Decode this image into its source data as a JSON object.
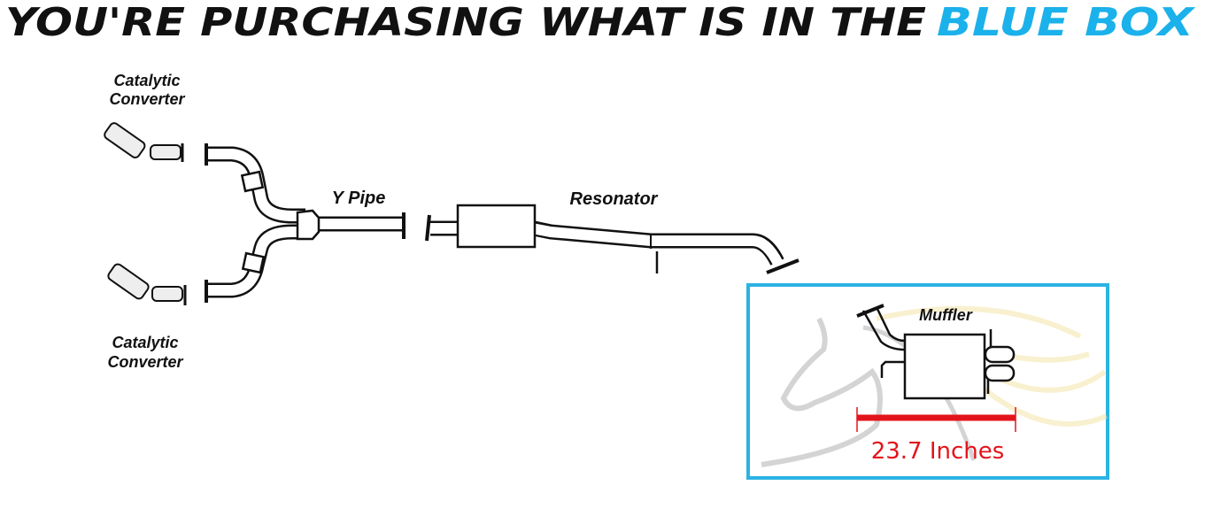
{
  "header": {
    "title_main": "YOU'RE PURCHASING WHAT IS IN THE",
    "title_highlight": "BLUE BOX"
  },
  "labels": {
    "cat_top_line1": "Catalytic",
    "cat_top_line2": "Converter",
    "cat_bottom_line1": "Catalytic",
    "cat_bottom_line2": "Converter",
    "y_pipe": "Y Pipe",
    "resonator": "Resonator",
    "muffler": "Muffler",
    "dimension": "23.7 Inches"
  },
  "colors": {
    "accent_blue": "#1bb1ea",
    "box_border": "#2bb3e3",
    "dimension_red": "#e3141b"
  }
}
